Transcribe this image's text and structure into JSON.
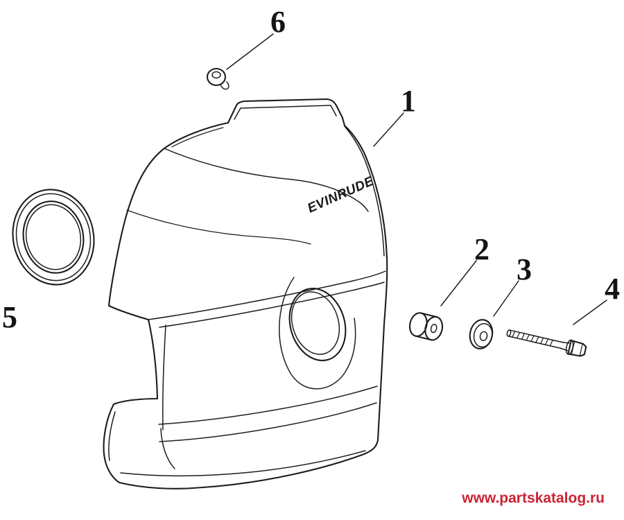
{
  "diagram": {
    "logo_text": "EVINRUDE",
    "watermark_text": "www.partskatalog.ru",
    "colors": {
      "line": "#1c1c1c",
      "watermark": "#cc2233",
      "background": "#ffffff"
    },
    "callouts": {
      "c1": "1",
      "c2": "2",
      "c3": "3",
      "c4": "4",
      "c5": "5",
      "c6": "6"
    }
  }
}
